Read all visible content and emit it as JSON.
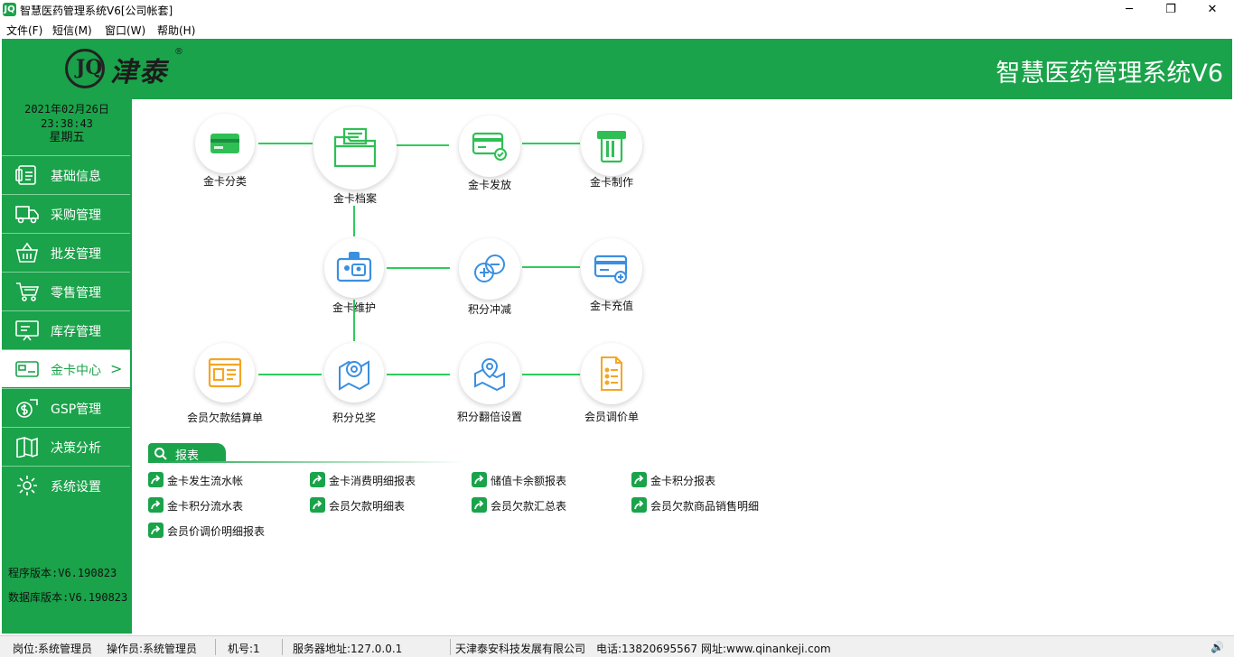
{
  "window": {
    "icon_text": "JQ",
    "title": "智慧医药管理系统V6[公司帐套]",
    "min": "─",
    "max": "❐",
    "close": "✕"
  },
  "menu": [
    "文件(F)",
    "短信(M)",
    "窗口(W)",
    "帮助(H)"
  ],
  "header": {
    "logo_mark": "JQ",
    "logo_text": "津泰",
    "logo_reg": "®",
    "product_title": "智慧医药管理系统V6"
  },
  "clock": {
    "date": "2021年02月26日",
    "time": "23:38:43",
    "weekday": "星期五"
  },
  "nav": [
    {
      "label": "基础信息",
      "icon": "info-card-icon"
    },
    {
      "label": "采购管理",
      "icon": "truck-icon"
    },
    {
      "label": "批发管理",
      "icon": "basket-icon"
    },
    {
      "label": "零售管理",
      "icon": "cart-icon"
    },
    {
      "label": "库存管理",
      "icon": "board-icon"
    },
    {
      "label": "金卡中心",
      "icon": "card-icon",
      "active": true,
      "chevron": ">"
    },
    {
      "label": "GSP管理",
      "icon": "coin-icon"
    },
    {
      "label": "决策分析",
      "icon": "book-icon"
    },
    {
      "label": "系统设置",
      "icon": "gear-icon"
    }
  ],
  "version": {
    "program": "程序版本:V6.190823",
    "database": "数据库版本:V6.190823"
  },
  "tiles": [
    {
      "id": "card-category",
      "label": "金卡分类",
      "icon": "card-icon"
    },
    {
      "id": "card-archive",
      "label": "金卡档案",
      "icon": "folder-icon"
    },
    {
      "id": "card-issue",
      "label": "金卡发放",
      "icon": "card-check-icon"
    },
    {
      "id": "card-make",
      "label": "金卡制作",
      "icon": "card-machine-icon"
    },
    {
      "id": "card-maintain",
      "label": "金卡维护",
      "icon": "id-card-icon"
    },
    {
      "id": "points-offset",
      "label": "积分冲减",
      "icon": "plus-minus-icon"
    },
    {
      "id": "card-recharge",
      "label": "金卡充值",
      "icon": "card-plus-icon"
    },
    {
      "id": "member-debt",
      "label": "会员欠款结算单",
      "icon": "document-icon"
    },
    {
      "id": "points-redeem",
      "label": "积分兑奖",
      "icon": "gift-map-icon"
    },
    {
      "id": "points-multiplier",
      "label": "积分翻倍设置",
      "icon": "location-map-icon"
    },
    {
      "id": "member-price",
      "label": "会员调价单",
      "icon": "checklist-icon"
    }
  ],
  "reports": {
    "tab_label": "报表",
    "items": [
      "金卡发生流水帐",
      "金卡消费明细报表",
      "储值卡余额报表",
      "金卡积分报表",
      "金卡积分流水表",
      "会员欠款明细表",
      "会员欠款汇总表",
      "会员欠款商品销售明细",
      "会员价调价明细报表"
    ]
  },
  "status": {
    "post": "岗位:系统管理员",
    "operator": "操作员:系统管理员",
    "machine": "机号:1",
    "server": "服务器地址:127.0.0.1",
    "company": "天津泰安科技发展有限公司",
    "phone": "电话:13820695567",
    "website": "网址:www.qinankeji.com",
    "speaker": "🔊"
  },
  "colors": {
    "brand_green": "#1aa34a",
    "connector_green": "#2ecc5a",
    "icon_green": "#2fbf55",
    "icon_blue": "#3b8fe0",
    "icon_orange": "#f5a623"
  }
}
